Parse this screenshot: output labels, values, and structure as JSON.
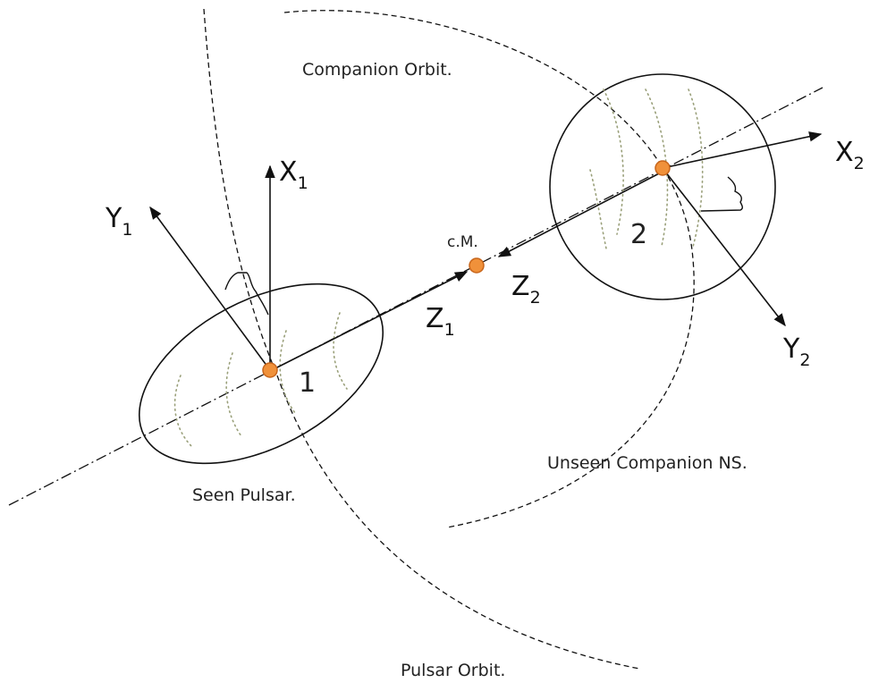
{
  "colors": {
    "ink": "#111111",
    "star_center": "#f0913a",
    "star_center_edge": "#c8651a",
    "surface_pattern": "#9aa07a"
  },
  "labels": {
    "companion_orbit": "Companion Orbit.",
    "pulsar_orbit": "Pulsar Orbit.",
    "seen_pulsar": "Seen Pulsar.",
    "unseen_companion": "Unseen Companion NS.",
    "center_of_mass": "c.M."
  },
  "bodies": {
    "pulsar_number": "1",
    "companion_number": "2"
  },
  "axes": {
    "x1": {
      "base": "X",
      "sub": "1"
    },
    "y1": {
      "base": "Y",
      "sub": "1"
    },
    "z1": {
      "base": "Z",
      "sub": "1"
    },
    "x2": {
      "base": "X",
      "sub": "2"
    },
    "y2": {
      "base": "Y",
      "sub": "2"
    },
    "z2": {
      "base": "Z",
      "sub": "2"
    }
  }
}
